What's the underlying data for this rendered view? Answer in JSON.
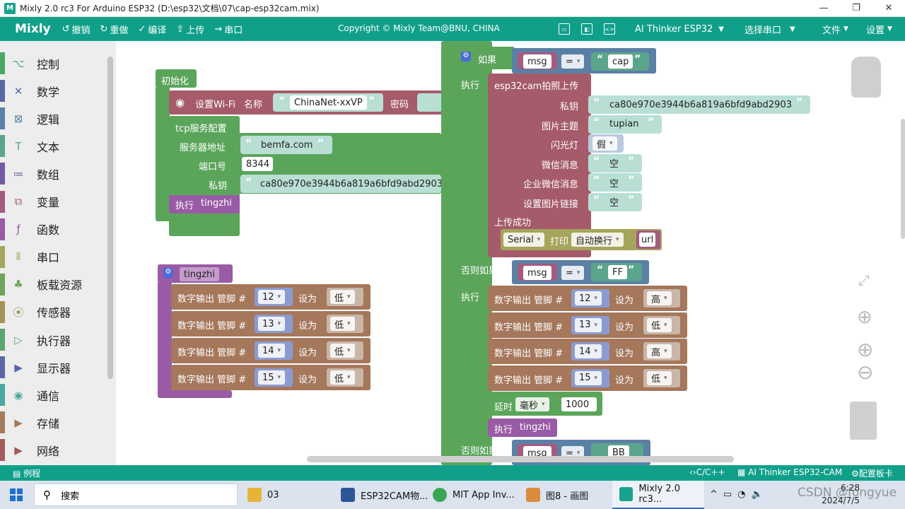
{
  "window": {
    "title": "Mixly 2.0 rc3 For Arduino ESP32 (D:\\esp32\\文档\\07\\cap-esp32cam.mix)",
    "minimize": "—",
    "maximize": "❐",
    "close": "✕"
  },
  "menubar": {
    "logo": "Mixly",
    "undo": "撤销",
    "redo": "重做",
    "compile": "编译",
    "upload": "上传",
    "serial": "串口",
    "copyright": "Copyright © Mixly Team@BNU, CHINA",
    "board": "AI Thinker ESP32",
    "select_port": "选择串口",
    "file": "文件",
    "settings": "设置"
  },
  "sidebar": {
    "items": [
      {
        "label": "控制",
        "color": "#4aa867",
        "icon": "⌥"
      },
      {
        "label": "数学",
        "color": "#5c68a6",
        "icon": "✕"
      },
      {
        "label": "逻辑",
        "color": "#5b80a5",
        "icon": "⊠"
      },
      {
        "label": "文本",
        "color": "#5ba58c",
        "icon": "T"
      },
      {
        "label": "数组",
        "color": "#745ba5",
        "icon": "≔"
      },
      {
        "label": "变量",
        "color": "#a55b80",
        "icon": "⧉"
      },
      {
        "label": "函数",
        "color": "#995ba5",
        "icon": "ƒ"
      },
      {
        "label": "串口",
        "color": "#a5a55b",
        "icon": "⫴"
      },
      {
        "label": "板载资源",
        "color": "#6fa55b",
        "icon": "♣"
      },
      {
        "label": "传感器",
        "color": "#a5925b",
        "icon": "⦿"
      },
      {
        "label": "执行器",
        "color": "#5ba56e",
        "icon": "▷"
      },
      {
        "label": "显示器",
        "color": "#5b67a5",
        "icon": "▶"
      },
      {
        "label": "通信",
        "color": "#4aa8a0",
        "icon": "◉"
      },
      {
        "label": "存储",
        "color": "#a57c5b",
        "icon": "▶"
      },
      {
        "label": "网络",
        "color": "#a55b5b",
        "icon": "▶"
      }
    ]
  },
  "blocks": {
    "init_label": "初始化",
    "wifi_label": "设置Wi-Fi",
    "wifi_name_label": "名称",
    "wifi_name": "ChinaNet-xxVP",
    "wifi_pwd_label": "密码",
    "tcp_label": "tcp服务配置",
    "server_label": "服务器地址",
    "server": "bemfa.com",
    "port_label": "端口号",
    "port": "8344",
    "key_label": "私钥",
    "key": "ca80e970e3944b6a819a6bfd9abd2903",
    "exec_label": "执行",
    "exec_fn": "tingzhi",
    "fn_name": "tingzhi",
    "digital_out": "数字输出 管脚 #",
    "set_to": "设为",
    "low": "低",
    "high": "高",
    "pins": [
      "12",
      "13",
      "14",
      "15"
    ],
    "if_label": "如果",
    "do_label": "执行",
    "elseif_label": "否则如果",
    "msg": "msg",
    "eq": "=",
    "cap": "cap",
    "ff": "FF",
    "bb": "BB",
    "cam_label": "esp32cam拍照上传",
    "cam_key_label": "私钥",
    "cam_key": "ca80e970e3944b6a819a6bfd9abd2903",
    "topic_label": "图片主题",
    "topic": "tupian",
    "flash_label": "闪光灯",
    "flash": "假",
    "wx_label": "微信消息",
    "ewx_label": "企业微信消息",
    "link_label": "设置图片链接",
    "empty": "空",
    "success_label": "上传成功",
    "serial": "Serial",
    "print": "打印",
    "newline": "自动换行",
    "url": "url",
    "delay_label": "延时",
    "ms": "毫秒",
    "delay": "1000",
    "ff_states": [
      "高",
      "低",
      "高",
      "低"
    ]
  },
  "statusbar": {
    "examples": "例程",
    "lang": "C/C++",
    "board": "AI Thinker ESP32-CAM",
    "config": "配置板卡"
  },
  "taskbar": {
    "search": "搜索",
    "items": [
      "03",
      "ESP32CAM物...",
      "MIT App Inv...",
      "图8 - 画图",
      "Mixly 2.0 rc3..."
    ],
    "time": "6:28",
    "date": "2024/7/5",
    "watermark": "CSDN @fongyue"
  }
}
